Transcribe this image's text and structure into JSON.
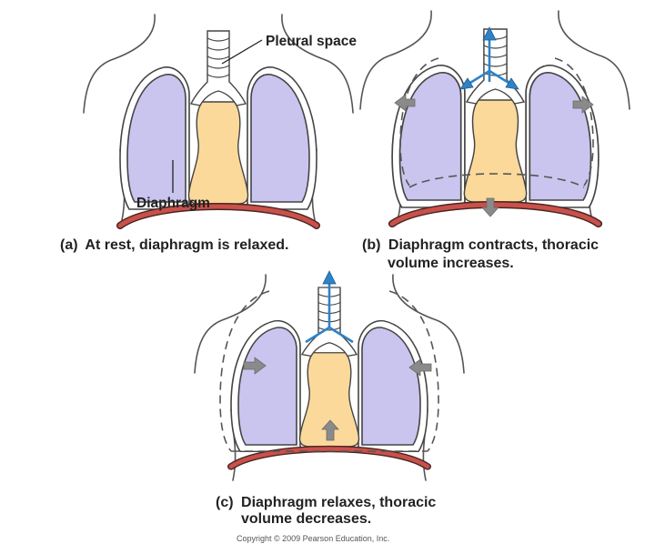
{
  "labels": {
    "pleural_space": "Pleural space",
    "diaphragm": "Diaphragm"
  },
  "captions": {
    "a": {
      "letter": "(a)",
      "text": "At rest, diaphragm is relaxed."
    },
    "b": {
      "letter": "(b)",
      "line1": "Diaphragm contracts, thoracic",
      "line2": "volume increases."
    },
    "c": {
      "letter": "(c)",
      "line1": "Diaphragm relaxes, thoracic",
      "line2": "volume decreases."
    }
  },
  "copyright": "Copyright © 2009 Pearson Education, Inc.",
  "colors": {
    "lung": "#c9c5ef",
    "mediastinum": "#fbd99a",
    "diaphragm": "#c9514a",
    "air_arrow": "#2f82c6",
    "motion_arrow": "#8a8a8a"
  }
}
